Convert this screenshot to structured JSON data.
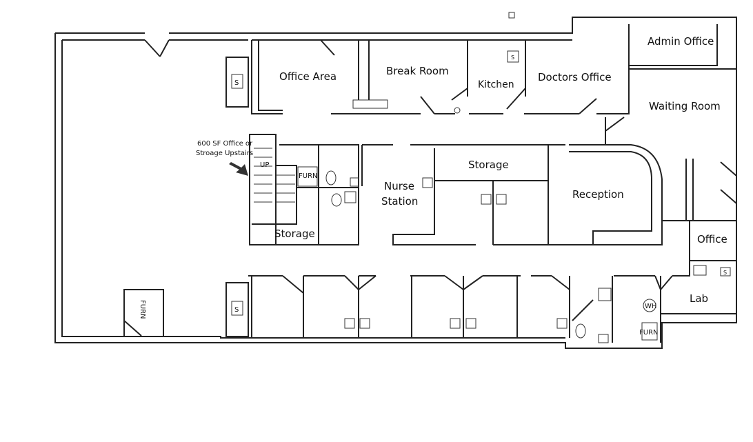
{
  "rooms": {
    "office_area": "Office Area",
    "break_room": "Break Room",
    "kitchen": "Kitchen",
    "doctors_office": "Doctors Office",
    "admin_office": "Admin Office",
    "waiting_room": "Waiting Room",
    "nurse_station_1": "Nurse",
    "nurse_station_2": "Station",
    "storage_center": "Storage",
    "storage_stair": "Storage",
    "reception": "Reception",
    "office": "Office",
    "lab": "Lab"
  },
  "annotations": {
    "upstairs_1": "600 SF Office or",
    "upstairs_2": "Stroage Upstairs",
    "up": "UP",
    "furn": "FURN",
    "wh": "WH",
    "sink": "S"
  },
  "colors": {
    "wall": "#222222",
    "background": "#ffffff"
  }
}
